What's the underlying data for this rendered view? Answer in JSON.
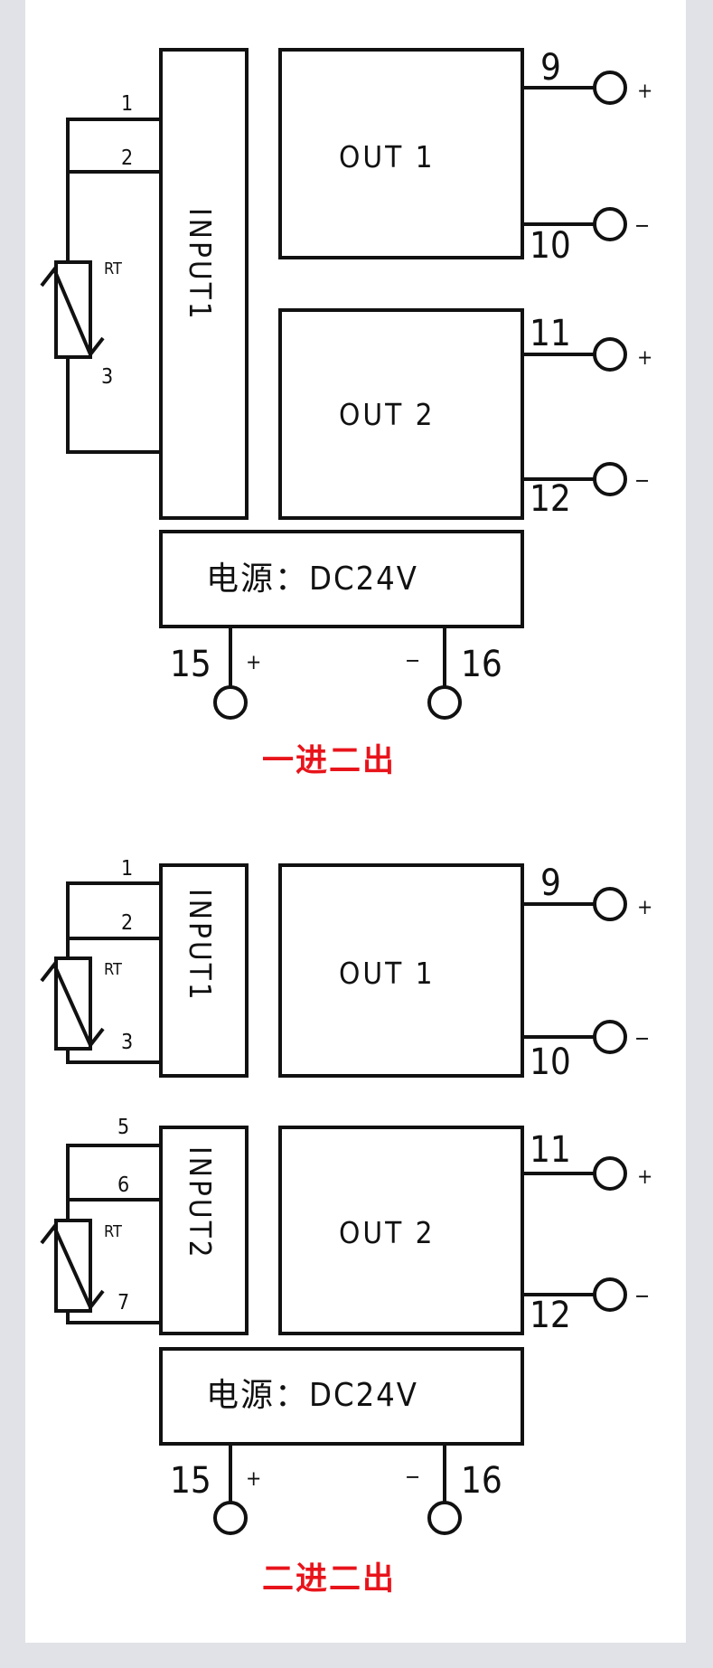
{
  "colors": {
    "background": "#e1e2e7",
    "panel": "#ffffff",
    "line": "#111111",
    "caption": "#e8141b"
  },
  "diagram1": {
    "input_label": "INPUT1",
    "out1_label": "OUT 1",
    "out2_label": "OUT 2",
    "power_label": "电源：DC24V",
    "sensor_label": "RT",
    "pin1": "1",
    "pin2": "2",
    "pin3": "3",
    "pin9": "9",
    "pin10": "10",
    "pin11": "11",
    "pin12": "12",
    "pin15": "15",
    "pin16": "16",
    "plus": "+",
    "minus": "−",
    "caption": "一进二出"
  },
  "diagram2": {
    "input1_label": "INPUT1",
    "input2_label": "INPUT2",
    "out1_label": "OUT 1",
    "out2_label": "OUT 2",
    "power_label": "电源：DC24V",
    "sensor_label": "RT",
    "pin1": "1",
    "pin2": "2",
    "pin3": "3",
    "pin5": "5",
    "pin6": "6",
    "pin7": "7",
    "pin9": "9",
    "pin10": "10",
    "pin11": "11",
    "pin12": "12",
    "pin15": "15",
    "pin16": "16",
    "plus": "+",
    "minus": "−",
    "caption": "二进二出"
  }
}
